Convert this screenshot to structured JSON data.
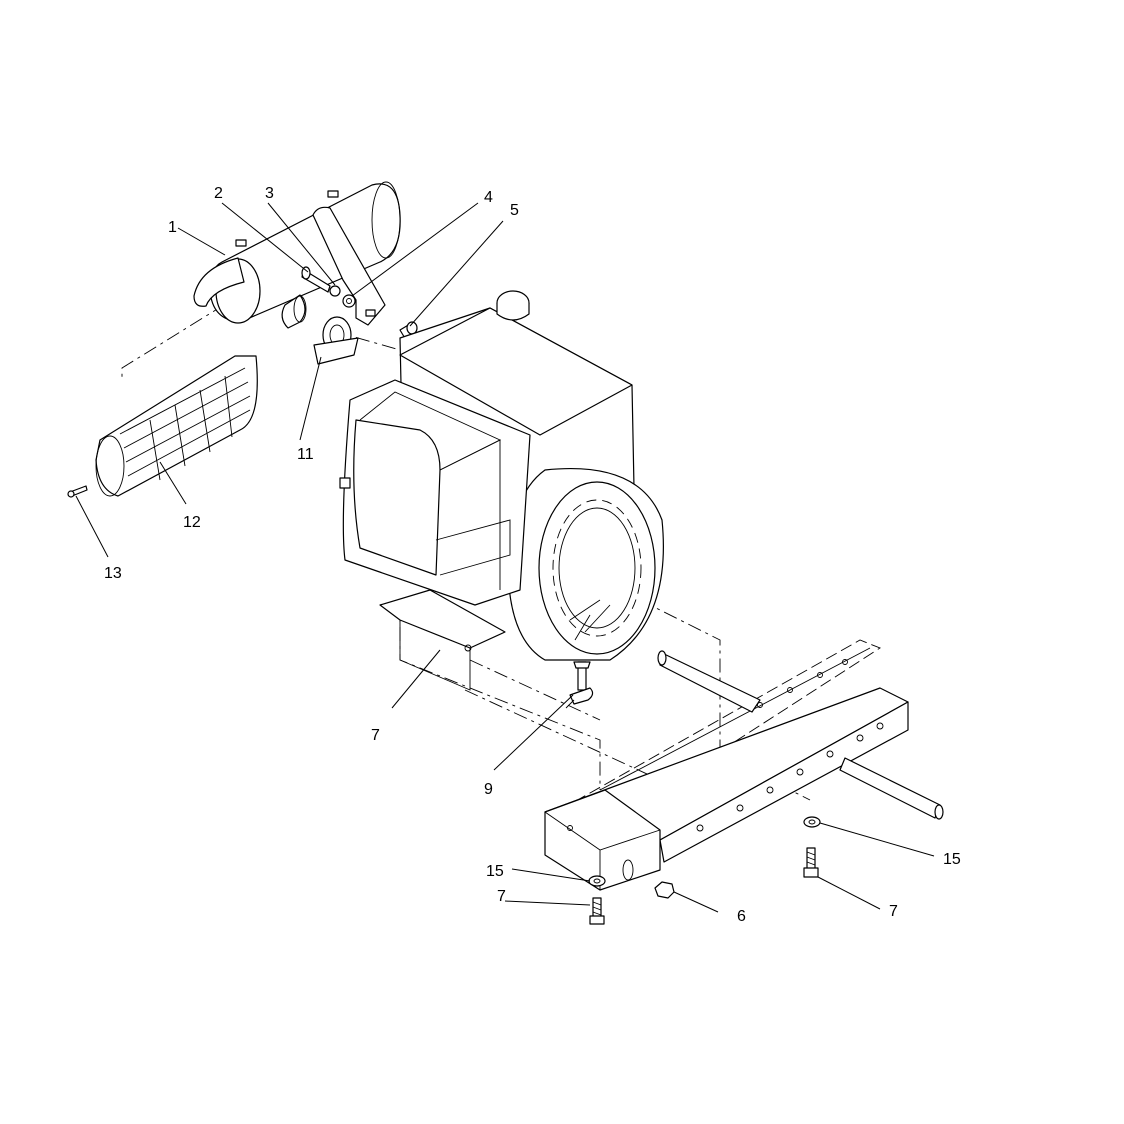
{
  "callouts": {
    "c1": "1",
    "c2": "2",
    "c3": "3",
    "c4": "4",
    "c5": "5",
    "c11": "11",
    "c12": "12",
    "c13": "13",
    "c7a": "7",
    "c9": "9",
    "c15a": "15",
    "c15b": "15",
    "c7b": "7",
    "c6": "6",
    "c7c": "7"
  }
}
